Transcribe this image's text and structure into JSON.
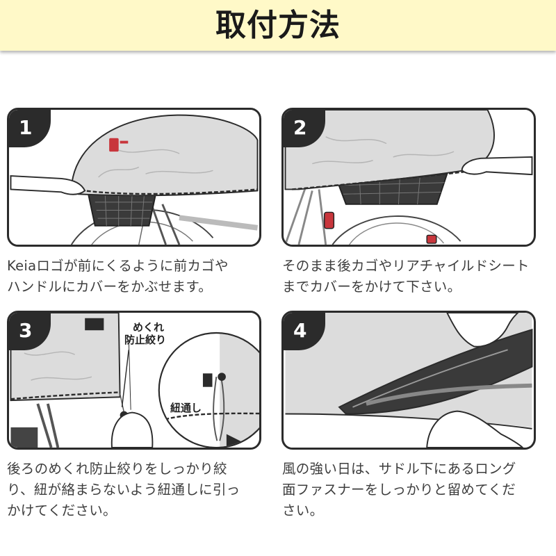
{
  "header": {
    "title": "取付方法"
  },
  "steps": [
    {
      "number": "1",
      "caption_lines": [
        "Keiaロゴが前にくるように前カゴや",
        "ハンドルにカバーをかぶせます。"
      ]
    },
    {
      "number": "2",
      "caption_lines": [
        "そのまま後カゴやリアチャイルドシート",
        "までカバーをかけて下さい。"
      ]
    },
    {
      "number": "3",
      "caption_lines": [
        "後ろのめくれ防止絞りをしっかり絞",
        "り、紐が絡まらないよう紐通しに引っ",
        "かけてください。"
      ],
      "callouts": {
        "cinch_line1": "めくれ",
        "cinch_line2": "防止絞り",
        "loop": "紐通し"
      }
    },
    {
      "number": "4",
      "caption_lines": [
        "風の強い日は、サドル下にあるロング",
        "面ファスナーをしっかりと留めてくだ",
        "さい。"
      ]
    }
  ],
  "colors": {
    "cover": "#dcdcdc",
    "outline": "#2b2b2b",
    "header_bg": "#fff9c8",
    "fastener": "#3a3a3a"
  }
}
